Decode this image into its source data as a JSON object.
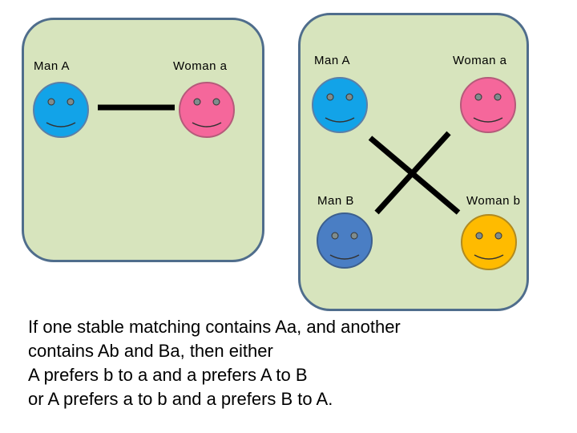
{
  "left_panel": {
    "man_label": "Man A",
    "woman_label": "Woman a"
  },
  "right_panel": {
    "man_top_label": "Man A",
    "woman_top_label": "Woman a",
    "man_bottom_label": "Man B",
    "woman_bottom_label": "Woman b"
  },
  "caption": {
    "line1": "If one stable matching contains Aa,  and another",
    "line2": "contains Ab and Ba, then either",
    "line3": "A prefers b to a and a prefers A to B",
    "line4": "or A prefers a to b and a prefers B to A."
  },
  "colors": {
    "panel_fill": "#d7e4bd",
    "panel_border": "#4f6d8c",
    "man_a_face": "#12a3e8",
    "man_b_face": "#4a7ec4",
    "woman_a_face": "#f5679b",
    "woman_b_face": "#ffbb00",
    "line": "#000000"
  },
  "icons": {
    "man_a": "smiley-face-icon",
    "woman_a": "smiley-face-icon",
    "man_b": "smiley-face-icon",
    "woman_b": "smiley-face-icon"
  }
}
